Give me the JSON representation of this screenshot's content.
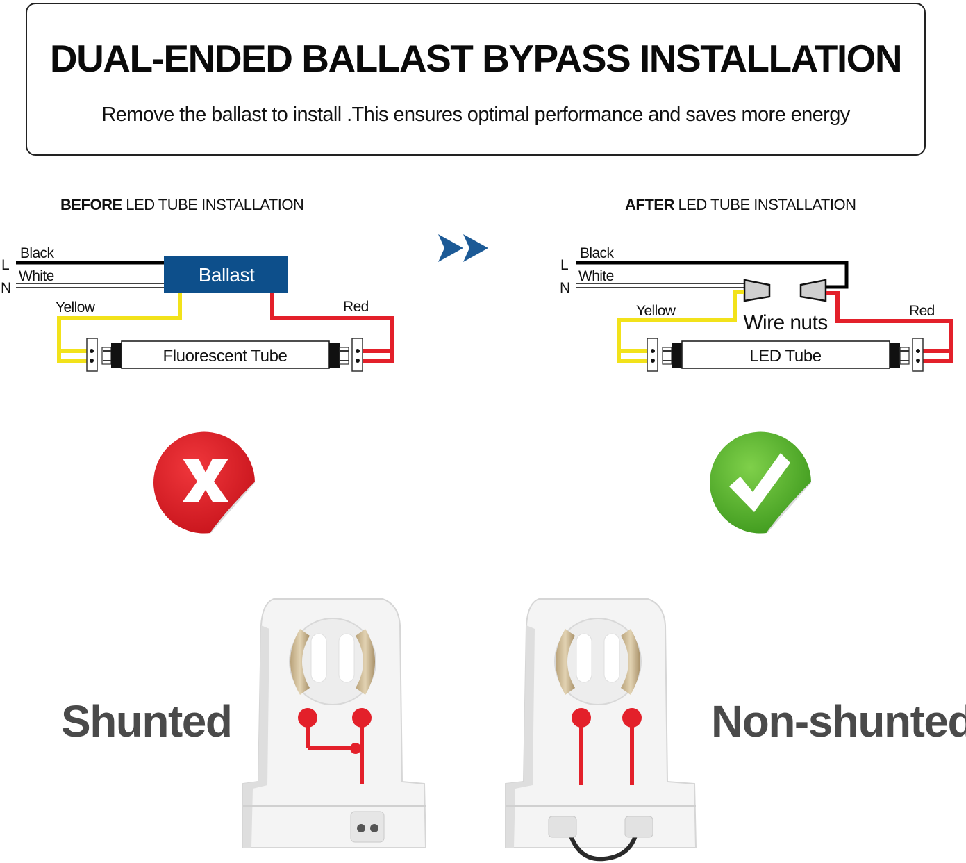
{
  "header": {
    "title": "DUAL-ENDED BALLAST BYPASS INSTALLATION",
    "subtitle": "Remove the ballast to install .This ensures optimal performance and saves more energy"
  },
  "before": {
    "label_bold": "BEFORE",
    "label_rest": " LED TUBE INSTALLATION",
    "line_label": "L",
    "neutral_label": "N",
    "black_label": "Black",
    "white_label": "White",
    "yellow_label": "Yellow",
    "red_label": "Red",
    "ballast_label": "Ballast",
    "tube_label": "Fluorescent Tube",
    "status_icon": "x-icon",
    "socket_label": "Shunted"
  },
  "after": {
    "label_bold": "AFTER",
    "label_rest": " LED TUBE INSTALLATION",
    "line_label": "L",
    "neutral_label": "N",
    "black_label": "Black",
    "white_label": "White",
    "yellow_label": "Yellow",
    "red_label": "Red",
    "wire_nuts_label": "Wire nuts",
    "tube_label": "LED Tube",
    "status_icon": "check-icon",
    "socket_label": "Non-shunted"
  },
  "colors": {
    "ballast": "#0d4f8b",
    "arrow": "#1c5a96",
    "wire_black": "#000000",
    "wire_yellow": "#f2e21a",
    "wire_red": "#e3202a",
    "x_badge": "#e0242c",
    "check_badge": "#5fb930",
    "label_gray": "#4a4a4a"
  }
}
